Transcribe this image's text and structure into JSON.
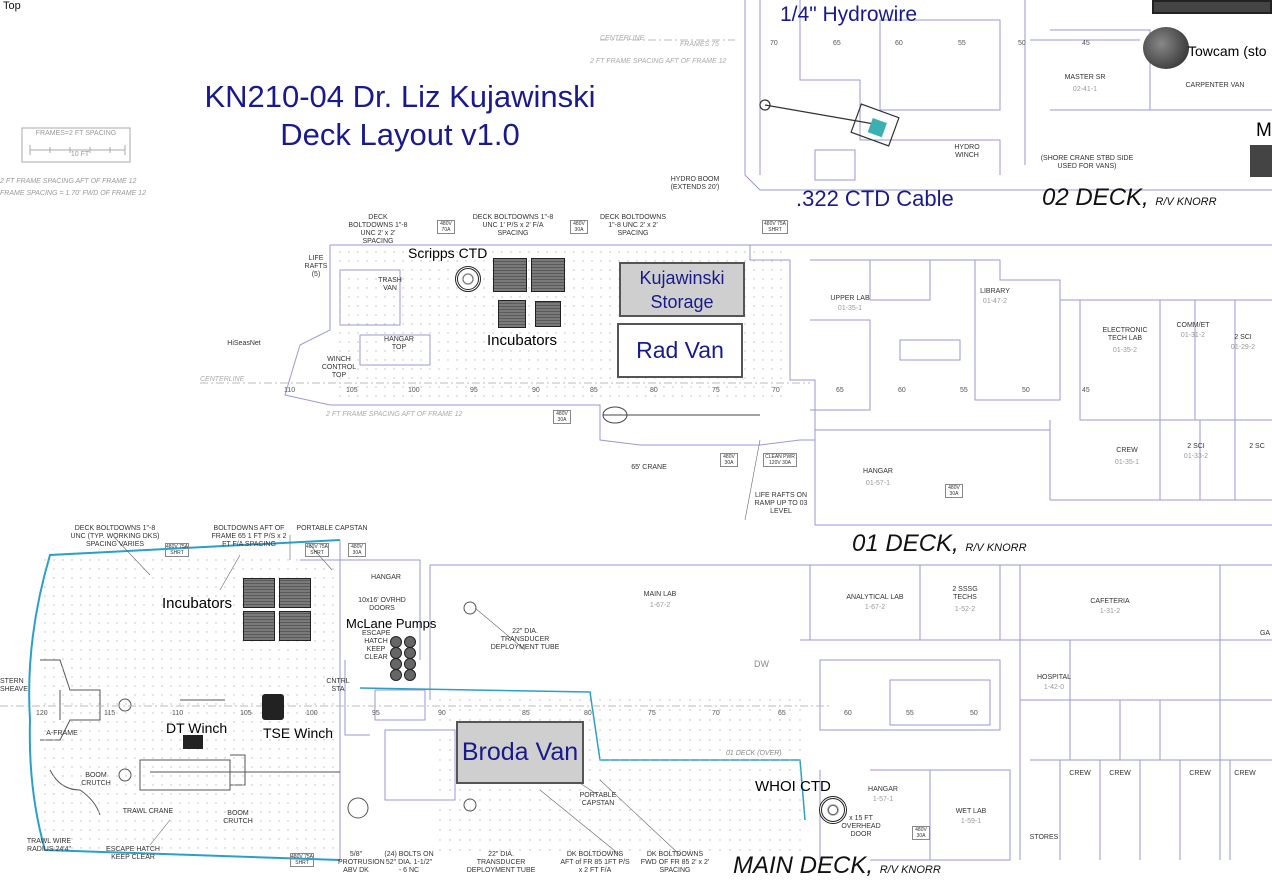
{
  "window": {
    "label": "Top"
  },
  "title": {
    "line1": "KN210-04 Dr. Liz Kujawinski",
    "line2": "Deck Layout v1.0"
  },
  "equipment_labels": {
    "hydrowire": "1/4\" Hydrowire",
    "ctd_cable": ".322 CTD Cable",
    "towcam": "Towcam (sto",
    "scripps_ctd": "Scripps CTD",
    "incubators_01": "Incubators",
    "kujawinski_storage_1": "Kujawinski",
    "kujawinski_storage_2": "Storage",
    "rad_van": "Rad Van",
    "incubators_main": "Incubators",
    "mclane_pumps": "McLane Pumps",
    "dt_winch": "DT Winch",
    "tse_winch": "TSE Winch",
    "broda_van": "Broda Van",
    "whoi_ctd": "WHOI CTD",
    "cut_off_m": "M"
  },
  "decks": {
    "deck02": {
      "name": "02 DECK,",
      "ship": "R/V KNORR"
    },
    "deck01": {
      "name": "01 DECK,",
      "ship": "R/V KNORR"
    },
    "main": {
      "name": "MAIN DECK,",
      "ship": "R/V KNORR"
    }
  },
  "plan_labels": {
    "frames_legend": "FRAMES=2 FT SPACING",
    "ten_ft": "10 FT",
    "frame_spacing_aft": "2 FT FRAME SPACING AFT OF FRAME 12",
    "frame_spacing_fwd": "FRAME SPACING = 1.70' FWD OF FRAME 12",
    "centerline": "CENTERLINE",
    "frames_75": "FRAMES 75",
    "frame_spacing_02": "2 FT FRAME SPACING AFT OF FRAME 12",
    "master_sr": "MASTER SR",
    "master_sr_no": "02-41-1",
    "carpenter_van": "CARPENTER VAN",
    "hydro_winch": "HYDRO WINCH",
    "hydro_boom": "HYDRO BOOM (EXTENDS 20')",
    "shore_crane": "(SHORE CRANE STBD SIDE USED FOR VANS)",
    "deck_boltdowns_a": "DECK BOLTDOWNS 1\"-8 UNC 2' x 2' SPACING",
    "deck_boltdowns_b": "DECK BOLTDOWNS 1\"-8 UNC 1' P/S x 2' F/A SPACING",
    "deck_boltdowns_c": "DECK BOLTDOWNS 1\"-8 UNC 2' x 2' SPACING",
    "v480_70a": "480V 70A",
    "v480_30a": "480V 30A",
    "v480_75a": "480V 75A SHRT",
    "life_rafts": "LIFE RAFTS (5)",
    "trash_van": "TRASH VAN",
    "hangar_top": "HANGAR TOP",
    "hiseasnet": "HiSeasNet",
    "winch_control": "WINCH CONTROL TOP",
    "upper_lab": "UPPER LAB",
    "upper_lab_no": "01-35-1",
    "library": "LIBRARY",
    "library_no": "01-47-2",
    "electronic_tech": "ELECTRONIC TECH LAB",
    "electronic_tech_no": "01-35-2",
    "comm_et": "COMM/ET",
    "comm_et_no": "01-31-2",
    "two_sci": "2 SCI",
    "two_sci_no": "01-29-2",
    "crew_01": "CREW",
    "crew_01_no": "01-35-1",
    "two_sci_b": "2 SCI",
    "two_sci_b_no": "01-33-2",
    "two_sci_c": "2 SC",
    "hangar_01": "HANGAR",
    "hangar_01_no": "01-57-1",
    "crane_65": "65' CRANE",
    "clean_pwr": "CLEAN PWR 120V 30A",
    "v480_30a_b": "480V 30A",
    "life_rafts_ramp": "LIFE RAFTS ON RAMP UP TO 03 LEVEL",
    "main_boltdowns": "DECK BOLTDOWNS 1\"-8 UNC (TYP. WORKING DKS) SPACING VARIES",
    "boltdowns_aft": "BOLTDOWNS AFT OF FRAME 65 1 FT P/S x 2 FT F/A SPACING",
    "portable_capstan": "PORTABLE CAPSTAN",
    "hangar_main": "HANGAR",
    "overhead_doors": "10x16' OVRHD DOORS",
    "escape_hatch": "ESCAPE HATCH KEEP CLEAR",
    "cntrl_sta": "CNTRL STA",
    "transducer_tube": "22\" DIA. TRANSDUCER DEPLOYMENT TUBE",
    "main_lab": "MAIN LAB",
    "main_lab_no": "1-67-2",
    "analytical_lab": "ANALYTICAL LAB",
    "analytical_lab_no": "1-67-2",
    "ssg_techs": "2 SSSG TECHS",
    "ssg_techs_no": "1-52-2",
    "cafeteria": "CAFETERIA",
    "cafeteria_no": "1-31-2",
    "hospital": "HOSPITAL",
    "hospital_no": "1-42-0",
    "a_frame": "A-FRAME",
    "stern_sheave": "STERN SHEAVE",
    "boom_crutch": "BOOM CRUTCH",
    "trawl_crane": "TRAWL CRANE",
    "boom_crutch_b": "BOOM CRUTCH",
    "trawl_wire": "TRAWL WIRE RADIUS 24'4\"",
    "escape_hatch_b": "ESCAPE HATCH KEEP CLEAR",
    "protrusion": "5/8\" PROTRUSION ABV DK",
    "bolts": "(24) BOLTS ON 52\" DIA. 1-1/2\" - 6 NC",
    "transducer_tube_b": "22\" DIA. TRANSDUCER DEPLOYMENT TUBE",
    "portable_capstan_b": "PORTABLE CAPSTAN",
    "dk_boltdowns_aft": "DK BOLTDOWNS AFT of FR 85 1FT P/S x 2 FT F/A",
    "dk_boltdowns_fwd": "DK BOLTDOWNS FWD OF FR 85 2' x 2' SPACING",
    "hangar_main_b": "HANGAR",
    "hangar_main_b_no": "1-57-1",
    "overhead_door": "x 15 FT OVERHEAD DOOR",
    "wet_lab": "WET LAB",
    "wet_lab_no": "1-59-1",
    "stores": "STORES",
    "crew_a": "CREW",
    "crew_b": "CREW",
    "crew_c": "CREW",
    "crew_d": "CREW",
    "dk_over": "01 DECK (OVER)",
    "dw": "DW",
    "ga": "GA"
  },
  "frame_numbers_02": [
    "70",
    "65",
    "60",
    "55",
    "50",
    "45"
  ],
  "frame_numbers_01": [
    "110",
    "105",
    "100",
    "95",
    "90",
    "85",
    "80",
    "75",
    "70",
    "65",
    "60",
    "55",
    "50",
    "45"
  ],
  "frame_numbers_main": [
    "120",
    "115",
    "110",
    "105",
    "100",
    "95",
    "90",
    "85",
    "80",
    "75",
    "70",
    "65",
    "60",
    "55",
    "50"
  ],
  "colors": {
    "title_blue": "#1a1a8c",
    "plan_line": "#9a9ad6",
    "hull_cyan": "#2aa0c8",
    "box_gray": "#cfcfcf"
  }
}
